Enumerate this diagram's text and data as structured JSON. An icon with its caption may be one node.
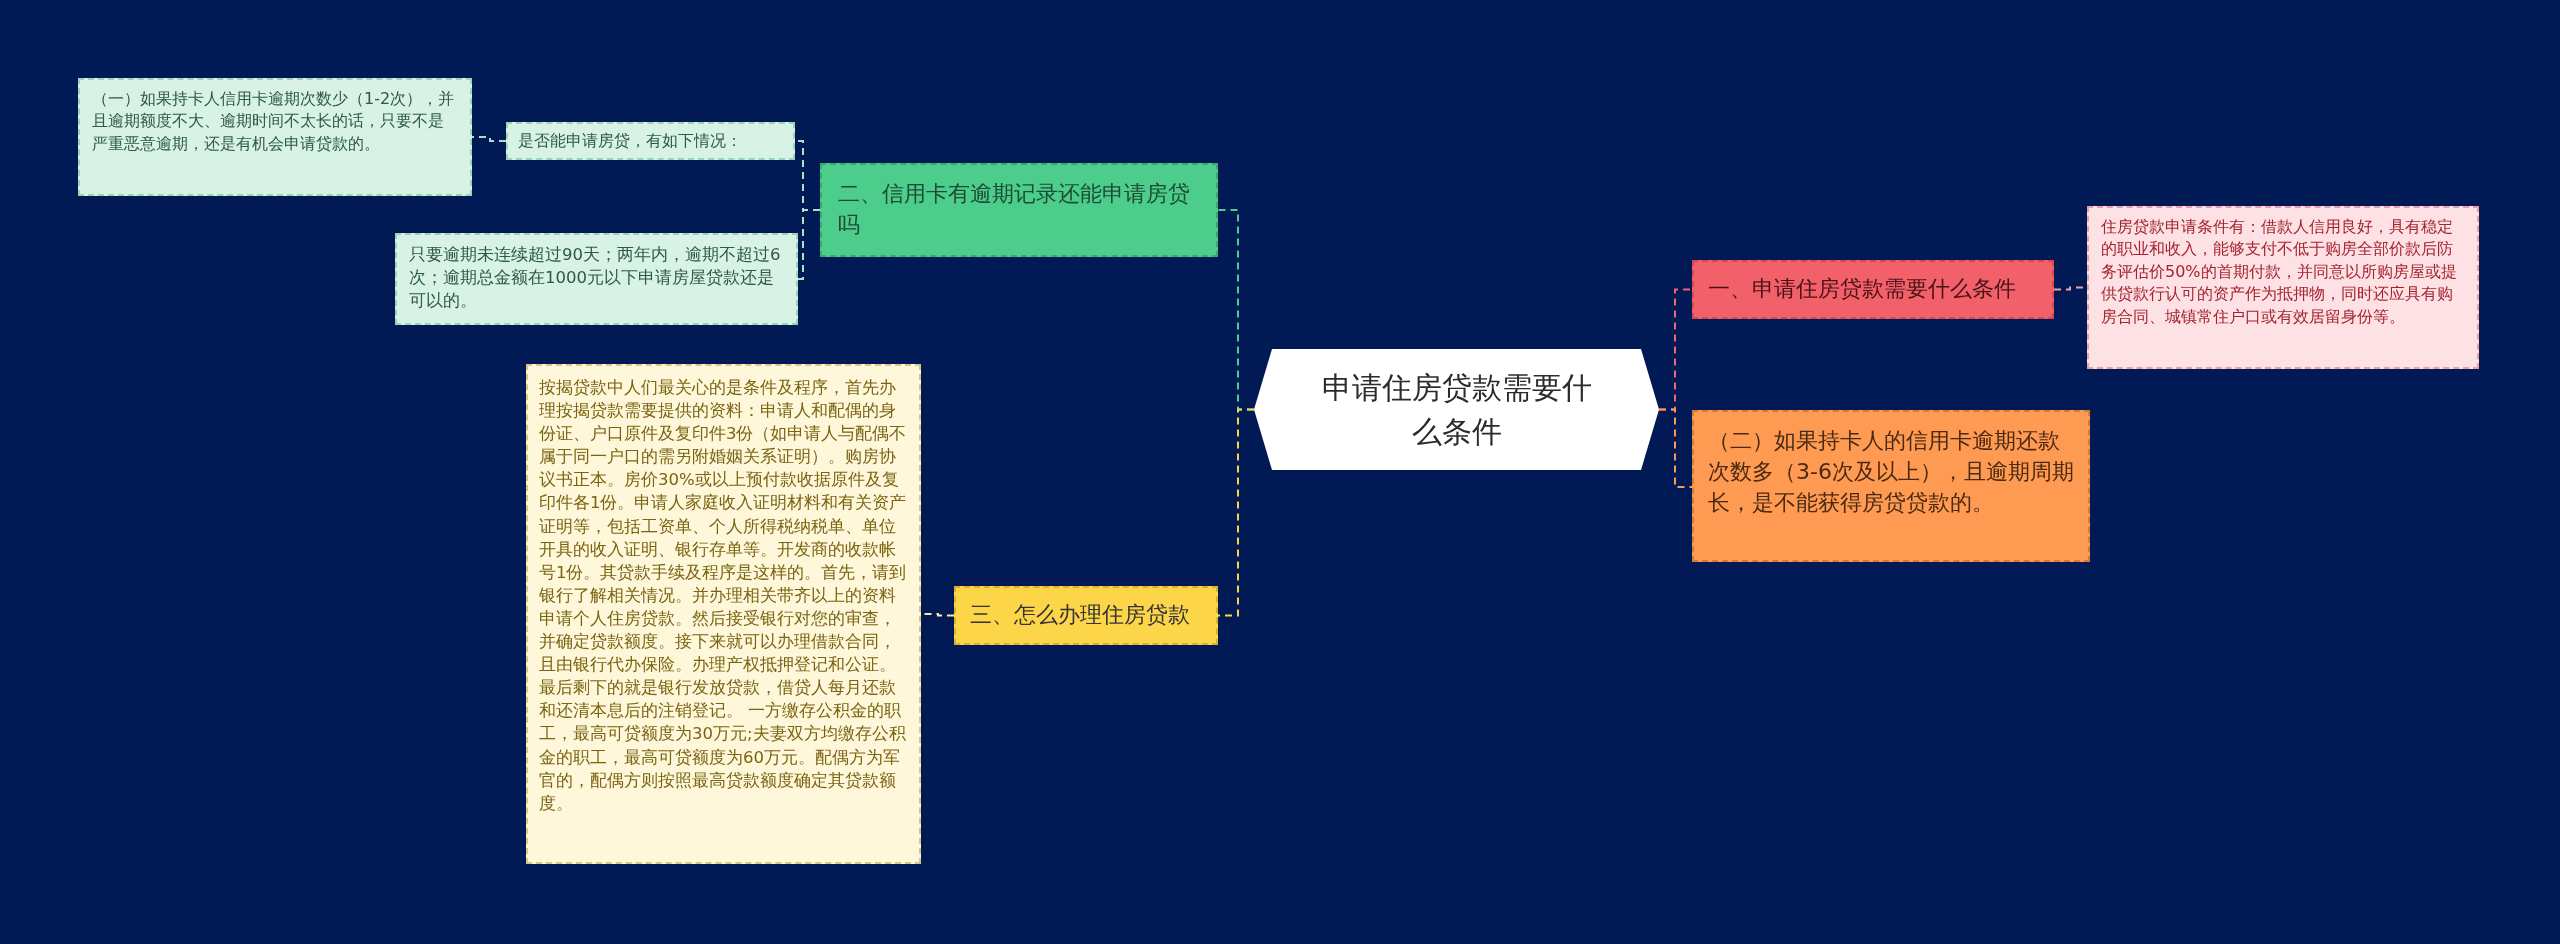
{
  "diagram": {
    "nodes": [
      {
        "text": [
          "申请住房贷款需要什么条件"
        ]
      },
      {
        "text": [
          "二、信用卡有逾期记录还能申请房贷吗"
        ]
      },
      {
        "text": [
          "是否能申请房贷，有如下情况："
        ]
      },
      {
        "text": [
          "（一）如果持卡人信用卡逾期次数少（1-2次），并且逾期额度不大、逾期时间不太长的话，只要不是严重恶意逾期，还是有机会申请贷款的。"
        ]
      },
      {
        "text": [
          "只要逾期未连续超过90天；两年内，逾期不超过6次；逾期总金额在1000元以下申请房屋贷款还是可以的。"
        ]
      },
      {
        "text": [
          "三、怎么办理住房贷款"
        ]
      },
      {
        "text": [
          "按揭贷款中人们最关心的是条件及程序，首先办理按揭贷款需要提供的资料：申请人和配偶的身份证、户口原件及复印件3份（如申请人与配偶不属于同一户口的需另附婚姻关系证明）。购房协议书正本。房价30%或以上预付款收据原件及复印件各1份。申请人家庭收入证明材料和有关资产证明等，包括工资单、个人所得税纳税单、单位开具的收入证明、银行存单等。开发商的收款帐号1份。其贷款手续及程序是这样的。首先，请到银行了解相关情况。并办理相关带齐以上的资料申请个人住房贷款。然后接受银行对您的审查，并确定贷款额度。接下来就可以办理借款合同，且由银行代办保险。办理产权抵押登记和公证。最后剩下的就是银行发放贷款，借贷人每月还款和还清本息后的注销登记。 一方缴存公积金的职工，最高可贷额度为30万元;夫妻双方均缴存公积金的职工，最高可贷额度为60万元。配偶方为军官的，配偶方则按照最高贷款额度确定其贷款额度。"
        ]
      },
      {
        "text": [
          "一、申请住房贷款需要什么条件"
        ]
      },
      {
        "text": [
          "住房贷款申请条件有：借款人信用良好，具有稳定的职业和收入，能够支付不低于购房全部价款后防务评估价50%的首期付款，并同意以所购房屋或提供贷款行认可的资产作为抵押物，同时还应具有购房合同、城镇常住户口或有效居留身份等。"
        ]
      },
      {
        "text": [
          "（二）如果持卡人的信用卡逾期还款次数多（3-6次及以上），且逾期周期长，是不能获得房贷贷款的。"
        ]
      }
    ],
    "edges": [
      {
        "from": 0,
        "to": 1,
        "arrow": "none",
        "style": "dashed",
        "color": "#4ecb8d"
      },
      {
        "from": 1,
        "to": 2,
        "arrow": "none",
        "style": "dashed",
        "color": "#a6e3c6"
      },
      {
        "from": 2,
        "to": 3,
        "arrow": "none",
        "style": "dashed",
        "color": "#a6e3c6"
      },
      {
        "from": 1,
        "to": 4,
        "arrow": "none",
        "style": "dashed",
        "color": "#a6e3c6"
      },
      {
        "from": 0,
        "to": 5,
        "arrow": "none",
        "style": "dashed",
        "color": "#f7d54a"
      },
      {
        "from": 5,
        "to": 6,
        "arrow": "none",
        "style": "dashed",
        "color": "#f7e9b0"
      },
      {
        "from": 0,
        "to": 7,
        "arrow": "none",
        "style": "dashed",
        "color": "#f0646a"
      },
      {
        "from": 7,
        "to": 8,
        "arrow": "none",
        "style": "dashed",
        "color": "#f0a0a4"
      },
      {
        "from": 0,
        "to": 9,
        "arrow": "none",
        "style": "dashed",
        "color": "#ff9a52"
      }
    ]
  }
}
